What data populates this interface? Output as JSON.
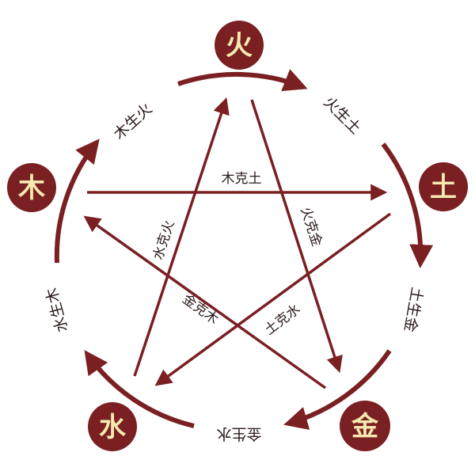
{
  "colors": {
    "primary": "#7a1f22",
    "node_text": "#f6eab0"
  },
  "elements": {
    "fire": "火",
    "earth": "土",
    "metal": "金",
    "water": "水",
    "wood": "木"
  },
  "generating": {
    "wood_fire": "木生火",
    "fire_earth": "火生土",
    "earth_metal": "土生金",
    "metal_water": "金生水",
    "water_wood": "水生木"
  },
  "controlling": {
    "wood_earth": "木克土",
    "fire_metal": "火克金",
    "earth_water": "土克水",
    "metal_wood": "金克木",
    "water_fire": "水克火"
  }
}
